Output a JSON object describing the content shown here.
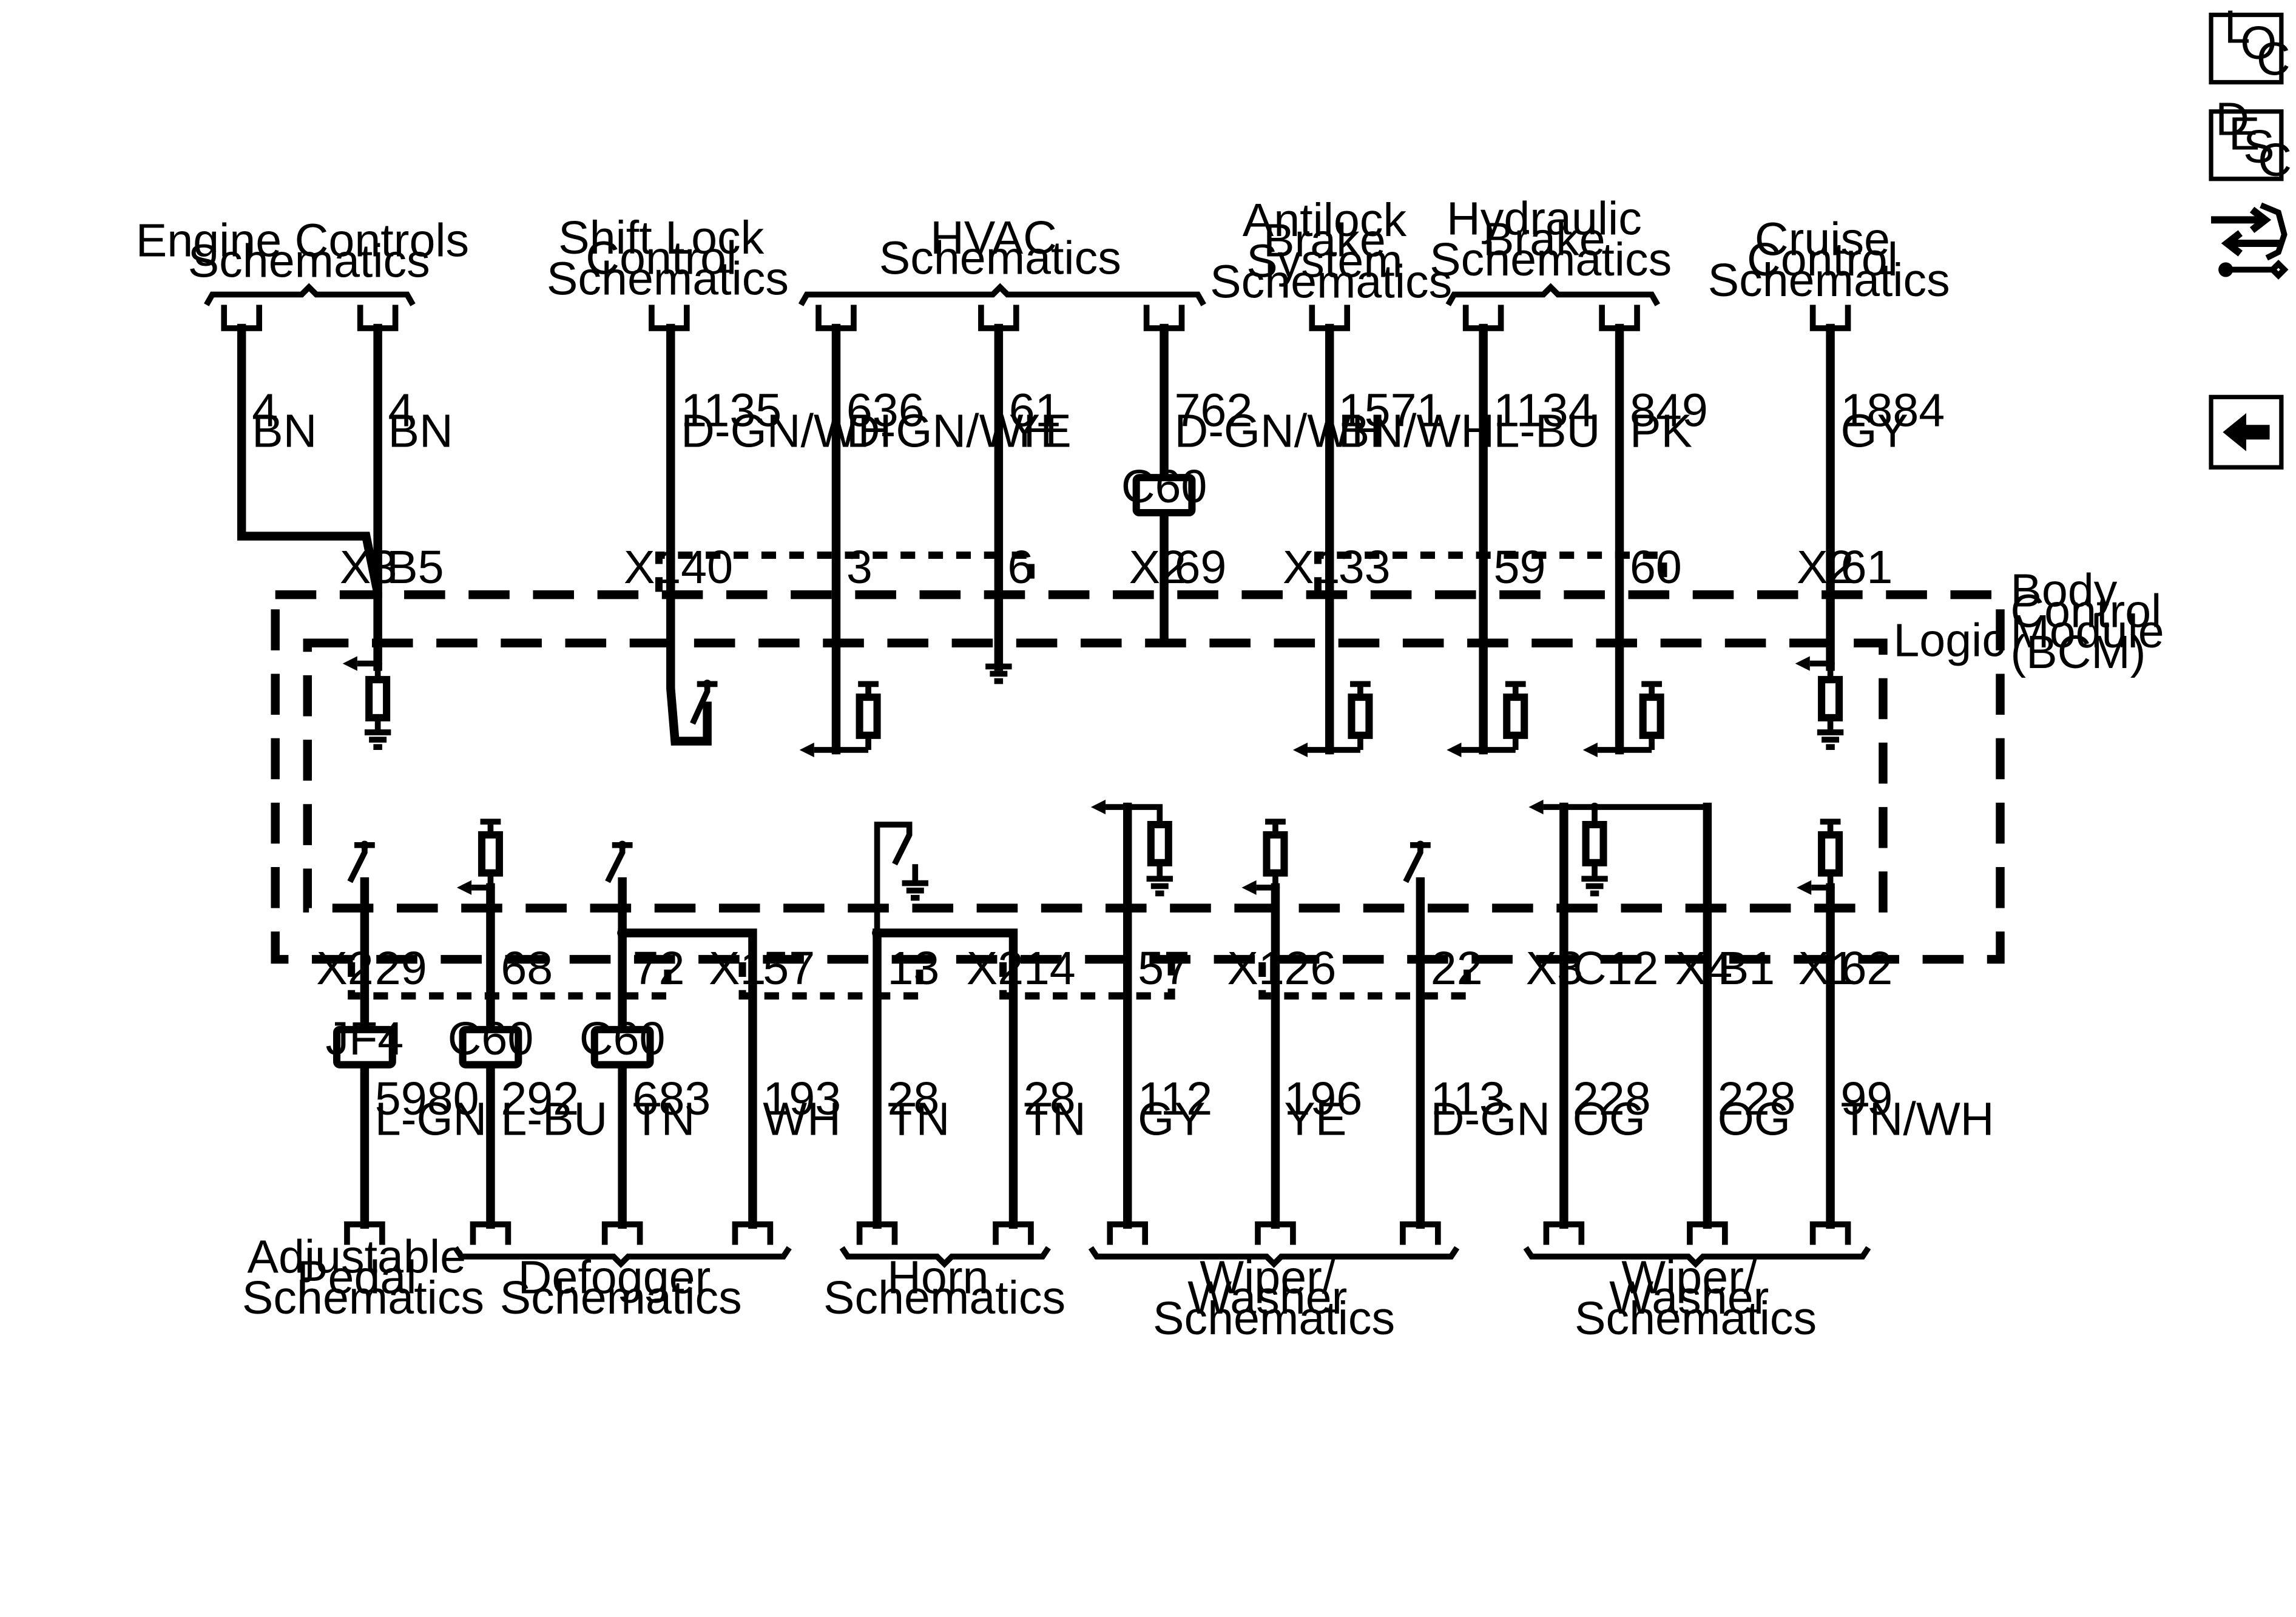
{
  "top_groups": [
    {
      "id": "engine",
      "lines": [
        "Engine Controls",
        "Schematics"
      ]
    },
    {
      "id": "shiftlock",
      "lines": [
        "Shift Lock",
        "Control",
        "Schematics"
      ]
    },
    {
      "id": "hvac",
      "lines": [
        "HVAC",
        "Schematics"
      ]
    },
    {
      "id": "abs",
      "lines": [
        "Antilock",
        "Brake",
        "System",
        "Schematics"
      ]
    },
    {
      "id": "hydraulic",
      "lines": [
        "Hydraulic",
        "Brake",
        "Schematics"
      ]
    },
    {
      "id": "cruise",
      "lines": [
        "Cruise",
        "Control",
        "Schematics"
      ]
    }
  ],
  "bottom_groups": [
    {
      "id": "pedal",
      "lines": [
        "Adjustable",
        "Pedal",
        "Schematics"
      ]
    },
    {
      "id": "defogger",
      "lines": [
        "Defogger",
        "Schematics"
      ]
    },
    {
      "id": "horn",
      "lines": [
        "Horn",
        "Schematics"
      ]
    },
    {
      "id": "wiper1",
      "lines": [
        "Wiper/",
        "Washer",
        "Schematics"
      ]
    },
    {
      "id": "wiper2",
      "lines": [
        "Wiper/",
        "Washer",
        "Schematics"
      ]
    }
  ],
  "top_wires": [
    {
      "circuit": "4",
      "color": "BN"
    },
    {
      "circuit": "4",
      "color": "BN"
    },
    {
      "circuit": "1135",
      "color": "D-GN/WH"
    },
    {
      "circuit": "636",
      "color": "D-GN/WH"
    },
    {
      "circuit": "61",
      "color": "YE"
    },
    {
      "circuit": "762",
      "color": "D-GN/WH"
    },
    {
      "circuit": "1571",
      "color": "BN/WH"
    },
    {
      "circuit": "1134",
      "color": "L-BU"
    },
    {
      "circuit": "849",
      "color": "PK"
    },
    {
      "circuit": "1884",
      "color": "GY"
    }
  ],
  "bottom_wires": [
    {
      "circuit": "5980",
      "color": "L-GN"
    },
    {
      "circuit": "292",
      "color": "L-BU"
    },
    {
      "circuit": "683",
      "color": "TN"
    },
    {
      "circuit": "193",
      "color": "WH"
    },
    {
      "circuit": "28",
      "color": "TN"
    },
    {
      "circuit": "28",
      "color": "TN"
    },
    {
      "circuit": "112",
      "color": "GY"
    },
    {
      "circuit": "196",
      "color": "YE"
    },
    {
      "circuit": "113",
      "color": "D-GN"
    },
    {
      "circuit": "228",
      "color": "OG"
    },
    {
      "circuit": "228",
      "color": "OG"
    },
    {
      "circuit": "99",
      "color": "TN/WH"
    }
  ],
  "top_pins": [
    "B5",
    "40",
    "3",
    "6",
    "69",
    "33",
    "59",
    "60",
    "61"
  ],
  "top_connectors": [
    "X3",
    "X1",
    "X2",
    "X1",
    "X2"
  ],
  "bottom_pins": [
    "29",
    "68",
    "72",
    "57",
    "13",
    "14",
    "57",
    "26",
    "22",
    "C12",
    "B1",
    "62"
  ],
  "bottom_connectors": [
    "X2",
    "X1",
    "X2",
    "X1",
    "X3",
    "X4",
    "X1"
  ],
  "inline_splices": [
    "C60",
    "JF4",
    "C60",
    "C60"
  ],
  "module": {
    "lines": [
      "Body",
      "Control",
      "Module",
      "(BCM)"
    ],
    "logic_label": "Logic"
  },
  "nav": {
    "loc": [
      "L",
      "O",
      "C"
    ],
    "desc": [
      "D",
      "E",
      "S",
      "C"
    ],
    "icons": [
      "connector-wrench-icon",
      "back-arrow-icon"
    ]
  }
}
